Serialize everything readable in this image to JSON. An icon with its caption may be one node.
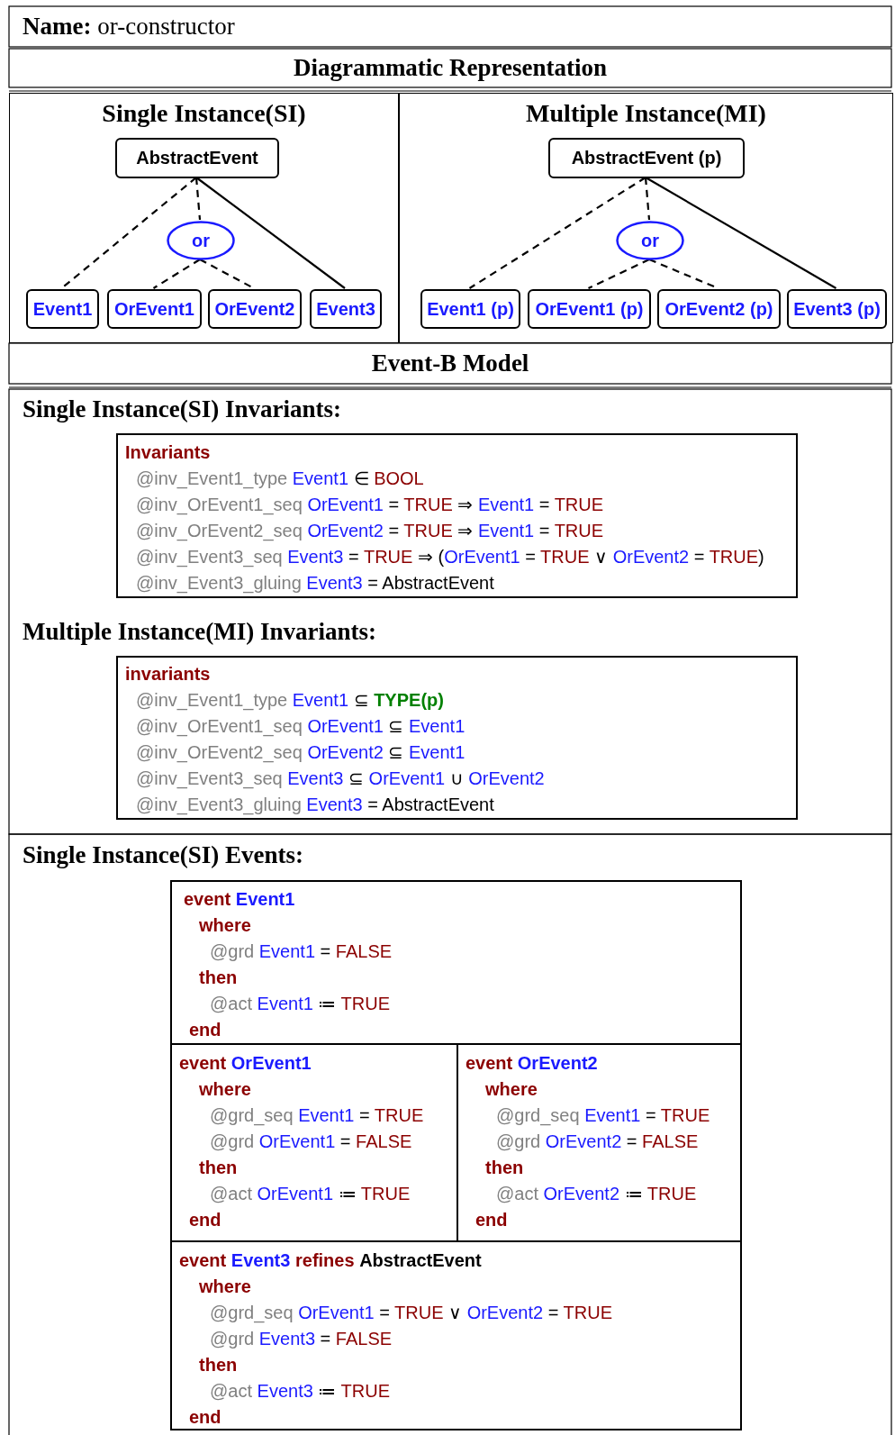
{
  "diagram": {
    "nodes": [
      {
        "text": [
          "Single Instance(SI)"
        ]
      },
      {
        "text": [
          "AbstractEvent"
        ],
        "in": 0
      },
      {
        "text": [
          "or"
        ],
        "in": 0
      },
      {
        "text": [
          "Event1"
        ],
        "in": 0
      },
      {
        "text": [
          "OrEvent1"
        ],
        "in": 0
      },
      {
        "text": [
          "OrEvent2"
        ],
        "in": 0
      },
      {
        "text": [
          "Event3"
        ],
        "in": 0
      },
      {
        "text": [
          "Multiple Instance(MI)"
        ]
      },
      {
        "text": [
          "AbstractEvent (p)"
        ],
        "in": 7
      },
      {
        "text": [
          "or"
        ],
        "in": 7
      },
      {
        "text": [
          "Event1 (p)"
        ],
        "in": 7
      },
      {
        "text": [
          "OrEvent1 (p)"
        ],
        "in": 7
      },
      {
        "text": [
          "OrEvent2 (p)"
        ],
        "in": 7
      },
      {
        "text": [
          "Event3 (p)"
        ],
        "in": 7
      },
      {
        "text": [
          "Invariants",
          "@inv_Event1_type Event1 ∈ BOOL",
          "@inv_OrEvent1_seq OrEvent1 = TRUE ⇒ Event1 = TRUE",
          "@inv_OrEvent2_seq OrEvent2 = TRUE ⇒ Event1 = TRUE",
          "@inv_Event3_seq Event3 = TRUE ⇒ (OrEvent1 = TRUE ∨ OrEvent2 = TRUE)",
          "@inv_Event3_gluing Event3 = AbstractEvent"
        ]
      },
      {
        "text": [
          "invariants",
          "@inv_Event1_type Event1 ⊆ TYPE(p)",
          "@inv_OrEvent1_seq OrEvent1 ⊆ Event1",
          "@inv_OrEvent2_seq OrEvent2 ⊆ Event1",
          "@inv_Event3_seq Event3 ⊆ OrEvent1 ∪ OrEvent2",
          "@inv_Event3_gluing Event3 = AbstractEvent"
        ]
      },
      {
        "text": [
          "event Event1",
          "where",
          "@grd Event1 = FALSE",
          "then",
          "@act Event1 ≔ TRUE",
          "end"
        ]
      },
      {
        "text": [
          "event OrEvent1",
          "where",
          "@grd_seq Event1 = TRUE",
          "@grd OrEvent1 = FALSE",
          "then",
          "@act OrEvent1 ≔ TRUE",
          "end"
        ]
      },
      {
        "text": [
          "event OrEvent2",
          "where",
          "@grd_seq Event1 = TRUE",
          "@grd OrEvent2 = FALSE",
          "then",
          "@act OrEvent2 ≔ TRUE",
          "end"
        ]
      },
      {
        "text": [
          "event Event3 refines AbstractEvent",
          "where",
          "@grd_seq OrEvent1 = TRUE ∨ OrEvent2 = TRUE",
          "@grd Event3 = FALSE",
          "then",
          "@act Event3 ≔ TRUE",
          "end"
        ]
      }
    ],
    "edges": [
      {
        "from": 1,
        "to": 3,
        "arrow": "none",
        "style": "dashed"
      },
      {
        "from": 1,
        "to": 2,
        "arrow": "none",
        "style": "dashed"
      },
      {
        "from": 2,
        "to": 4,
        "arrow": "none",
        "style": "dashed"
      },
      {
        "from": 2,
        "to": 5,
        "arrow": "none",
        "style": "dashed"
      },
      {
        "from": 1,
        "to": 6,
        "arrow": "none"
      },
      {
        "from": 8,
        "to": 10,
        "arrow": "none",
        "style": "dashed"
      },
      {
        "from": 8,
        "to": 9,
        "arrow": "none",
        "style": "dashed"
      },
      {
        "from": 9,
        "to": 11,
        "arrow": "none",
        "style": "dashed"
      },
      {
        "from": 9,
        "to": 12,
        "arrow": "none",
        "style": "dashed"
      },
      {
        "from": 8,
        "to": 13,
        "arrow": "none"
      }
    ],
    "labels": [
      "**Name:** or-constructor",
      "Diagrammatic Representation",
      "Event-B Model",
      "Single Instance(SI) Invariants:",
      "Multiple Instance(MI) Invariants:",
      "Single Instance(SI) Events:"
    ]
  }
}
